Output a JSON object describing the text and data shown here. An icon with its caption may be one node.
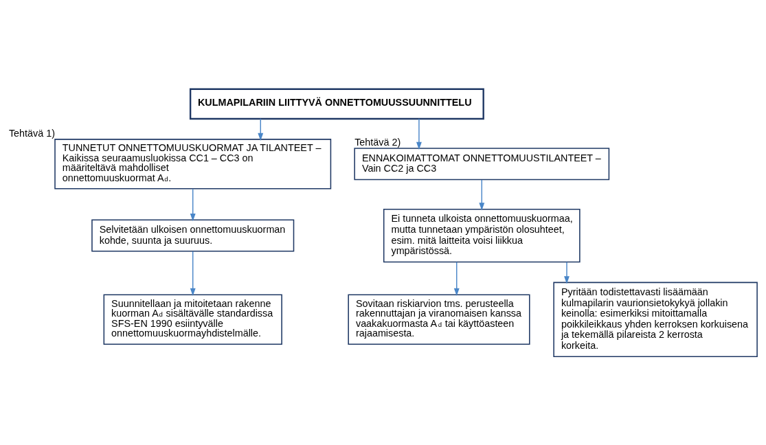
{
  "diagram": {
    "nodes": [
      {
        "text": [
          "KULMAPILARIIN LIITTYVÄ ONNETTOMUUSSUUNNITTELU"
        ]
      },
      {
        "text": [
          "TUNNETUT ONNETTOMUUSKUORMAT JA TILANTEET – Kaikissa seuraamusluokissa CC1 – CC3 on määriteltävä mahdolliset onnettomuuskuormat A$_{d}$."
        ],
        "beside": [
          "Tehtävä 1)"
        ]
      },
      {
        "text": [
          "Selvitetään ulkoisen onnettomuuskuorman kohde, suunta ja suuruus."
        ]
      },
      {
        "text": [
          "Suunnitellaan ja mitoitetaan rakenne kuorman A$_{d}$ sisältävälle standardissa SFS-EN 1990 esiintyvälle onnettomuuskuormayhdistelmälle."
        ]
      },
      {
        "text": [
          "ENNAKOIMATTOMAT ONNETTOMUUSTILANTEET – Vain CC2 ja CC3"
        ],
        "beside": [
          "Tehtävä 2)"
        ]
      },
      {
        "text": [
          "Ei tunneta ulkoista onnettomuuskuormaa, mutta tunnetaan ympäristön olosuhteet, esim. mitä laitteita voisi liikkua ympäristössä."
        ]
      },
      {
        "text": [
          "Sovitaan riskiarvion tms. perusteella rakennuttajan ja viranomaisen kanssa vaakakuormasta A$_{d}$ tai käyttöasteen rajaamisesta."
        ]
      },
      {
        "text": [
          "Pyritään todistettavasti lisäämään kulmapilarin vaurionsietokykyä jollakin keinolla: esimerkiksi mitoittamalla poikkileikkaus yhden kerroksen korkuisena ja tekemällä pilareista 2 kerrosta korkeita."
        ]
      }
    ],
    "edges": [
      {
        "from": 0,
        "to": 1,
        "arrow": "to"
      },
      {
        "from": 0,
        "to": 4,
        "arrow": "to"
      },
      {
        "from": 1,
        "to": 2,
        "arrow": "to"
      },
      {
        "from": 2,
        "to": 3,
        "arrow": "to"
      },
      {
        "from": 4,
        "to": 5,
        "arrow": "to"
      },
      {
        "from": 5,
        "to": 6,
        "arrow": "to"
      },
      {
        "from": 5,
        "to": 7,
        "arrow": "to"
      }
    ]
  }
}
